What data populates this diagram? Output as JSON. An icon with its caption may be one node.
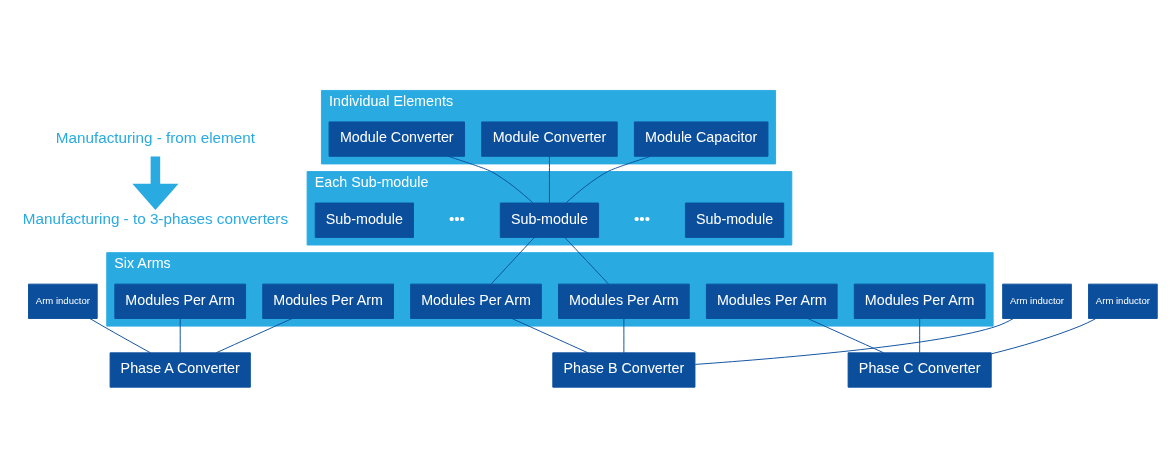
{
  "diagram": {
    "nodes": [
      {
        "text": [
          "Manufacturing - from element"
        ]
      },
      {
        "text": [
          "Individual Elements"
        ]
      },
      {
        "text": [
          "Module Converter"
        ],
        "in": 1
      },
      {
        "text": [
          "Module Capacitor"
        ],
        "in": 1
      },
      {
        "text": [
          "Module Converter"
        ],
        "in": 1
      },
      {
        "text": [
          "Each Sub-module"
        ]
      },
      {
        "text": [
          "Sub-module"
        ],
        "in": 5
      },
      {
        "text": [
          "Sub-module"
        ],
        "in": 5
      },
      {
        "text": [
          "Sub-module"
        ],
        "in": 5
      },
      {
        "text": [
          "Six Arms"
        ]
      },
      {
        "text": [
          "Modules Per Arm"
        ],
        "in": 9
      },
      {
        "text": [
          "Modules Per Arm"
        ],
        "in": 9
      },
      {
        "text": [
          "Modules Per Arm"
        ],
        "in": 9
      },
      {
        "text": [
          "Modules Per Arm"
        ],
        "in": 9
      },
      {
        "text": [
          "Modules Per Arm"
        ],
        "in": 9
      },
      {
        "text": [
          "Modules Per Arm"
        ],
        "in": 9
      },
      {
        "text": [
          "Arm inductor"
        ]
      },
      {
        "text": [
          "Phase A Converter"
        ]
      },
      {
        "text": [
          "Arm inductor"
        ]
      },
      {
        "text": [
          "Phase B Converter"
        ]
      },
      {
        "text": [
          "Arm inductor"
        ]
      },
      {
        "text": [
          "Phase C Converter"
        ]
      },
      {
        "text": [
          "Manufacturing - to 3-phases converters"
        ]
      }
    ],
    "edges": [
      {
        "from": 0,
        "to": 22,
        "arrow": "to",
        "style": "thick",
        "color": "#29abe2"
      },
      {
        "from": 2,
        "to": 7,
        "arrow": "none"
      },
      {
        "from": 3,
        "to": 7,
        "arrow": "none"
      },
      {
        "from": 4,
        "to": 7,
        "arrow": "none"
      },
      {
        "from": 7,
        "to": 12,
        "arrow": "none"
      },
      {
        "from": 7,
        "to": 13,
        "arrow": "none"
      },
      {
        "from": 10,
        "to": 17,
        "arrow": "none"
      },
      {
        "from": 11,
        "to": 17,
        "arrow": "none"
      },
      {
        "from": 16,
        "to": 17,
        "arrow": "none"
      },
      {
        "from": 12,
        "to": 19,
        "arrow": "none"
      },
      {
        "from": 13,
        "to": 19,
        "arrow": "none"
      },
      {
        "from": 18,
        "to": 19,
        "arrow": "none"
      },
      {
        "from": 14,
        "to": 21,
        "arrow": "none"
      },
      {
        "from": 15,
        "to": 21,
        "arrow": "none"
      },
      {
        "from": 20,
        "to": 21,
        "arrow": "none"
      }
    ],
    "labels": [
      "•••",
      "•••"
    ]
  }
}
